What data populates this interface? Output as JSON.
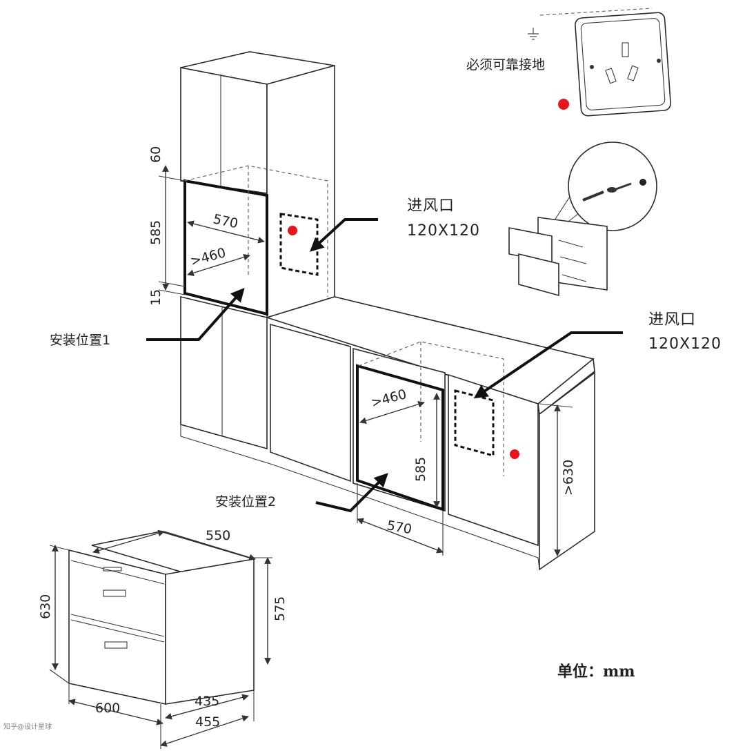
{
  "labels": {
    "grounding": "必须可靠接地",
    "vent_top_title": "进风口",
    "vent_top_size": "120X120",
    "vent_right_title": "进风口",
    "vent_right_size": "120X120",
    "install_pos_1": "安装位置1",
    "install_pos_2": "安装位置2",
    "unit": "单位：mm",
    "watermark": "知乎@设计星球"
  },
  "dimensions": {
    "tall_top_gap": "60",
    "tall_height": "585",
    "tall_bottom_gap": "15",
    "tall_width": "570",
    "tall_depth": ">460",
    "base_depth": ">460",
    "base_height": "585",
    "base_width": "570",
    "counter_height": ">630",
    "unit_width_top": "550",
    "unit_height_front": "630",
    "unit_height_back": "575",
    "unit_width_bottom": "600",
    "unit_depth_inner": "435",
    "unit_depth_outer": "455"
  },
  "colors": {
    "marker": "#e8141b",
    "line": "#2a2a2a"
  }
}
